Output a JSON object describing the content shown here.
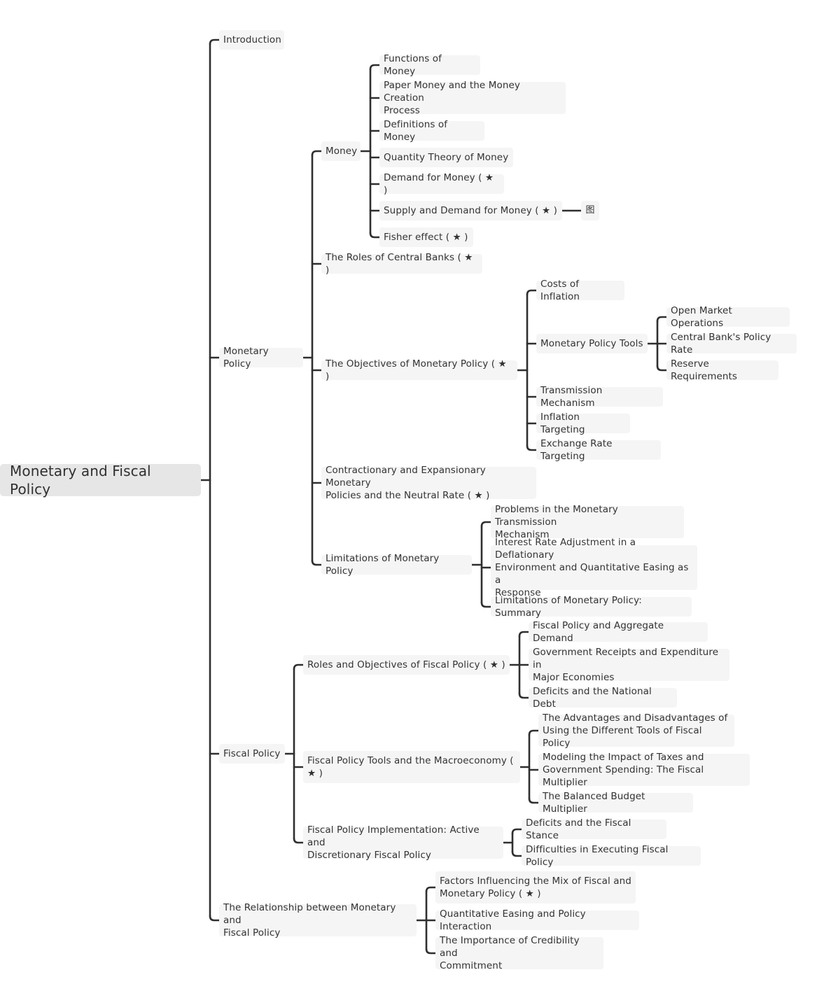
{
  "mindmap": {
    "root": "Monetary and Fiscal Policy",
    "branches": {
      "introduction": "Introduction",
      "monetary_policy": {
        "label": "Monetary Policy",
        "money": {
          "label": "Money",
          "items": [
            "Functions of Money",
            "Paper Money and the Money Creation\nProcess",
            "Definitions of Money",
            " Quantity Theory of Money",
            "Demand for Money ( ★ )",
            " Supply and Demand for Money ( ★ )",
            "Fisher effect ( ★ )"
          ],
          "supply_demand_tag": "图"
        },
        "central_banks": "The Roles of Central Banks ( ★ )",
        "objectives": {
          "label": "The Objectives of Monetary Policy ( ★ )",
          "costs": "Costs of Inflation",
          "tools": {
            "label": "Monetary Policy Tools",
            "items": [
              "Open Market Operations",
              "Central Bank's Policy Rate",
              "Reserve Requirements"
            ]
          },
          "rest": [
            " Transmission Mechanism",
            "Inflation Targeting",
            "Exchange Rate Targeting"
          ]
        },
        "contractionary": "Contractionary and Expansionary Monetary\nPolicies and the Neutral Rate ( ★ )",
        "limitations": {
          "label": "Limitations of Monetary Policy",
          "items": [
            "Problems in the Monetary Transmission\nMechanism",
            "Interest Rate Adjustment in a Deflationary\nEnvironment and Quantitative Easing as a\nResponse",
            "Limitations of Monetary Policy: Summary"
          ]
        }
      },
      "fiscal_policy": {
        "label": "Fiscal Policy",
        "roles": {
          "label": "Roles and Objectives of Fiscal Policy ( ★ )",
          "items": [
            "Fiscal Policy and Aggregate Demand",
            "Government Receipts and Expenditure in\nMajor Economies",
            "Deficits and the National Debt"
          ]
        },
        "tools": {
          "label": "Fiscal Policy Tools and the Macroeconomy (\n★ )",
          "items": [
            "The Advantages and Disadvantages of\nUsing the Different Tools of Fiscal Policy",
            "Modeling the Impact of Taxes and\nGovernment Spending: The Fiscal Multiplier",
            "The Balanced Budget Multiplier"
          ]
        },
        "implementation": {
          "label": "Fiscal Policy Implementation: Active and\nDiscretionary Fiscal Policy",
          "items": [
            "Deficits and the Fiscal Stance",
            "Difficulties in Executing Fiscal Policy"
          ]
        }
      },
      "relationship": {
        "label": "The Relationship between Monetary and\nFiscal Policy",
        "items": [
          "Factors Influencing the Mix of Fiscal and\nMonetary Policy ( ★ )",
          "Quantitative Easing and Policy Interaction",
          "The Importance of Credibility and\nCommitment"
        ]
      }
    }
  }
}
